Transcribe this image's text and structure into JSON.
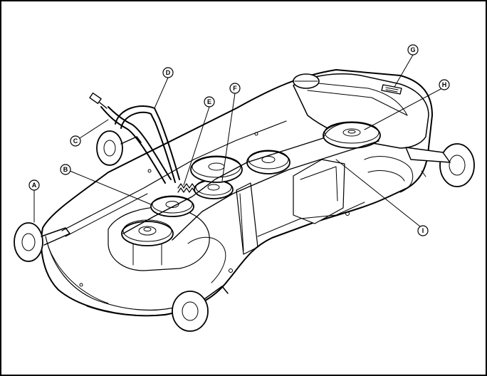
{
  "callouts": [
    {
      "id": "A",
      "label": "A"
    },
    {
      "id": "B",
      "label": "B"
    },
    {
      "id": "C",
      "label": "C"
    },
    {
      "id": "D",
      "label": "D"
    },
    {
      "id": "E",
      "label": "E"
    },
    {
      "id": "F",
      "label": "F"
    },
    {
      "id": "G",
      "label": "G"
    },
    {
      "id": "H",
      "label": "H"
    },
    {
      "id": "I",
      "label": "I"
    }
  ],
  "colors": {
    "line": "#000000",
    "background": "#ffffff"
  }
}
